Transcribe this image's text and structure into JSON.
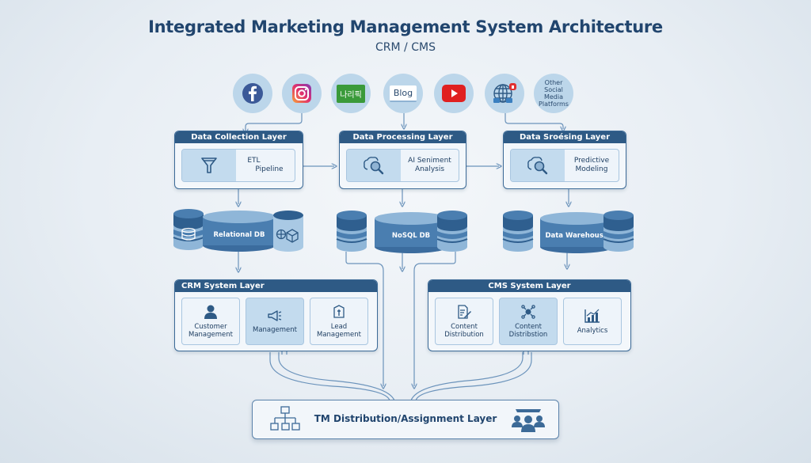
{
  "header": {
    "title": "Integrated Marketing Management System Architecture",
    "subtitle": "CRM / CMS"
  },
  "sources": [
    {
      "name": "Facebook",
      "icon": "facebook-icon",
      "color": "#3b5998"
    },
    {
      "name": "Instagram",
      "icon": "instagram-icon",
      "color": "#d6336c"
    },
    {
      "name": "나리픽",
      "icon": "korean-platform-icon",
      "color": "#3a9a3a"
    },
    {
      "name": "Blog",
      "icon": "blog-icon",
      "color": "#2a4a6e"
    },
    {
      "name": "YouTube",
      "icon": "youtube-icon",
      "color": "#e02020"
    },
    {
      "name": "Global Web",
      "icon": "globe-icon",
      "color": "#2e5a85"
    },
    {
      "name": "Other Social Media Platforms",
      "icon": "other-platforms-icon"
    }
  ],
  "top_layers": [
    {
      "title": "Data Collection Layer",
      "component": "ETL Pipeline",
      "component_line1": "ETL",
      "component_line2": "Pipeline",
      "icon": "funnel-icon"
    },
    {
      "title": "Data Processing Layer",
      "component": "AI Seniment Analysis",
      "component_line1": "AI Seniment",
      "component_line2": "Analysis",
      "icon": "brain-search-icon"
    },
    {
      "title": "Data Sroésing Layer",
      "component": "Predictive Modeling",
      "component_line1": "Predictive",
      "component_line2": "Modeling",
      "icon": "brain-search-icon"
    }
  ],
  "databases": [
    {
      "label": "Relational DB"
    },
    {
      "label": "NoSQL DB"
    },
    {
      "label": "Data Warehouse"
    }
  ],
  "crm": {
    "title": "CRM System Layer",
    "tiles": [
      {
        "line1": "Customer",
        "line2": "Management",
        "icon": "user-icon"
      },
      {
        "line1": "",
        "line2": "Management",
        "icon": "megaphone-icon"
      },
      {
        "line1": "Lead",
        "line2": "Management",
        "icon": "lead-icon"
      }
    ]
  },
  "cms": {
    "title": "CMS System Layer",
    "tiles": [
      {
        "line1": "Content",
        "line2": "Distribution",
        "icon": "document-edit-icon"
      },
      {
        "line1": "Content",
        "line2": "Distribstion",
        "icon": "network-hub-icon"
      },
      {
        "line1": "",
        "line2": "Analytics",
        "icon": "chart-icon"
      }
    ]
  },
  "tm_layer": {
    "label": "TM Distribution/Assignment Layer",
    "left_icon": "org-chart-icon",
    "right_icon": "team-icon"
  },
  "colors": {
    "header_blue": "#2e5a85",
    "light_blue": "#c3dbee",
    "line_blue": "#6b93bb"
  }
}
